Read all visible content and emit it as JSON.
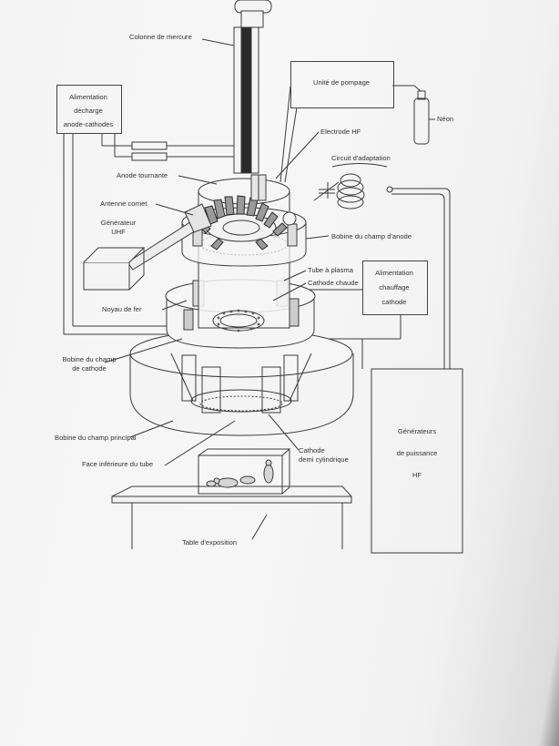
{
  "labels": {
    "mercury_column": "Colonne de mercure",
    "pumping_unit": "Unité de pompage",
    "neon": "Néon",
    "discharge_supply": [
      "Alimentation",
      "décharge",
      "anode-cathodes"
    ],
    "hf_electrode": "Electrode HF",
    "matching_circuit": "Circuit d'adaptation",
    "rotating_anode": "Anode tournante",
    "horn_antenna": "Antenne cornet",
    "uhf_generator": [
      "Générateur",
      "UHF"
    ],
    "anode_field_coil": "Bobine du champ d'anode",
    "plasma_tube": "Tube à plasma",
    "hot_cathode": "Cathode chaude",
    "cathode_heating_supply": [
      "Alimentation",
      "chauffage",
      "cathode"
    ],
    "iron_core": "Noyau de fer",
    "cathode_field_coil": [
      "Bobine du champ",
      "de cathode"
    ],
    "hf_power_generators": [
      "Générateurs",
      "de puissance",
      "HF"
    ],
    "main_field_coil": "Bobine du champ principal",
    "tube_lower_face": "Face inférieure du tube",
    "half_cylinder_cathode": [
      "Cathode",
      "demi cylindrique"
    ],
    "exposure_table": "Table d'exposition"
  }
}
